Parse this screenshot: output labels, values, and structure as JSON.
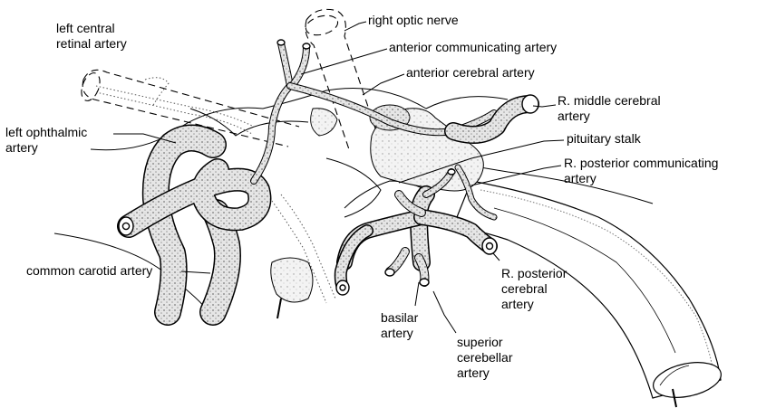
{
  "colors": {
    "ink": "#000000",
    "vessel_fill": "#e4e4e4",
    "vessel_shadow": "#8c8c8c",
    "background": "#ffffff"
  },
  "labels": {
    "left_central_retinal_artery": "left central\nretinal artery",
    "right_optic_nerve": "right optic nerve",
    "anterior_communicating_artery": "anterior communicating artery",
    "anterior_cerebral_artery": "anterior cerebral artery",
    "r_middle_cerebral_artery": "R. middle cerebral\nartery",
    "left_ophthalmic_artery": "left ophthalmic\nartery",
    "pituitary_stalk": "pituitary stalk",
    "r_posterior_communicating_artery": "R. posterior communicating\nartery",
    "common_carotid_artery": "common carotid artery",
    "r_posterior_cerebral_artery": "R. posterior\ncerebral\nartery",
    "basilar_artery": "basilar\nartery",
    "superior_cerebellar_artery": "superior\ncerebellar\nartery"
  }
}
